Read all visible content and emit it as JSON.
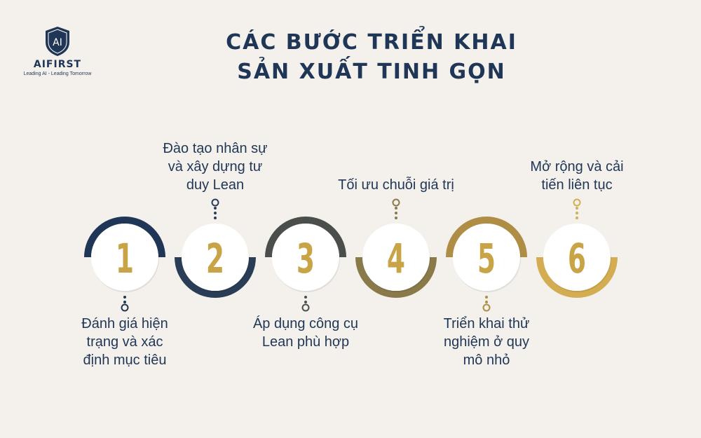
{
  "logo": {
    "name": "AIFIRST",
    "mark": "AI",
    "tagline": "Leading AI - Leading Tomorrow"
  },
  "title": {
    "line1": "CÁC BƯỚC TRIỂN KHAI",
    "line2": "SẢN XUẤT TINH GỌN"
  },
  "colors": {
    "navy": "#1f3656",
    "gold": "#c9a447",
    "background": "#f4f1ec"
  },
  "steps": [
    {
      "number": "1",
      "text": "Đánh giá hiện trạng và xác định mục tiêu",
      "label_position": "below",
      "ring_color": "#1f3656",
      "ring_side": "top"
    },
    {
      "number": "2",
      "text": "Đào tạo nhân sự và xây dựng tư duy Lean",
      "label_position": "above",
      "ring_color": "#2a3d57",
      "ring_side": "bottom"
    },
    {
      "number": "3",
      "text": "Áp dụng công cụ Lean phù hợp",
      "label_position": "below",
      "ring_color": "#4b4f4b",
      "ring_side": "top"
    },
    {
      "number": "4",
      "text": "Tối ưu chuỗi giá trị",
      "label_position": "above",
      "ring_color": "#8a7a4a",
      "ring_side": "bottom"
    },
    {
      "number": "5",
      "text": "Triển khai thử nghiệm ở quy mô nhỏ",
      "label_position": "below",
      "ring_color": "#b08d45",
      "ring_side": "top"
    },
    {
      "number": "6",
      "text": "Mở rộng và cải tiến liên tục",
      "label_position": "above",
      "ring_color": "#d4ad52",
      "ring_side": "bottom"
    }
  ]
}
